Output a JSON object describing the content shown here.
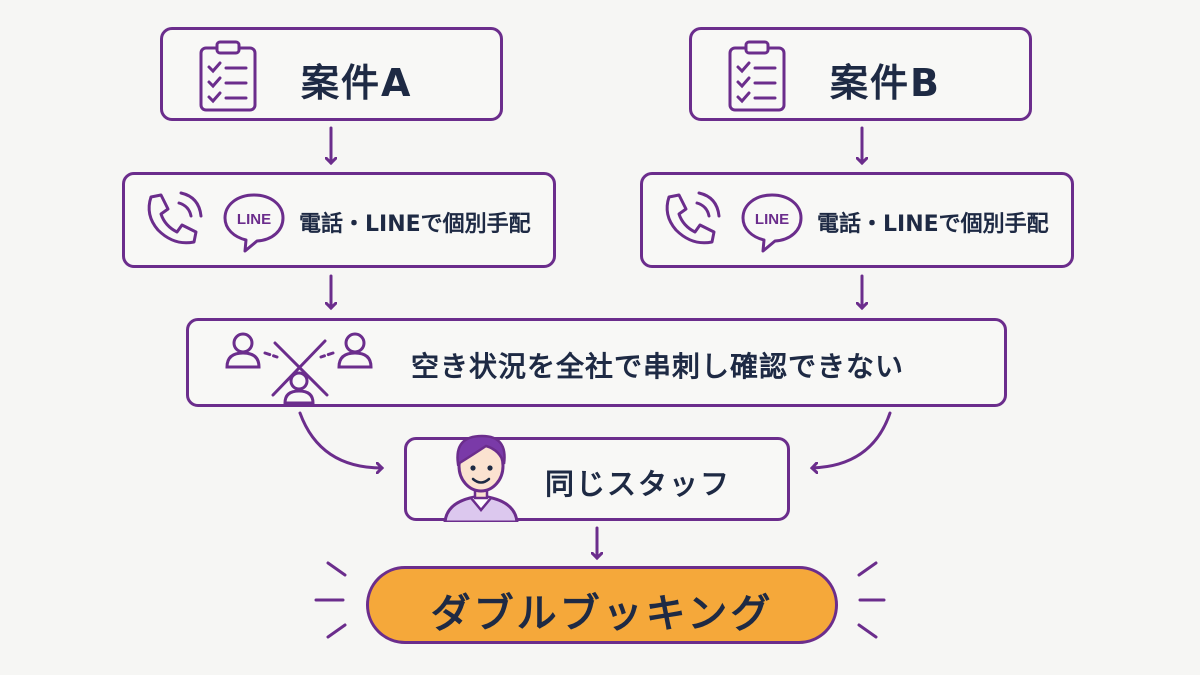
{
  "case_a": {
    "label": "案件A"
  },
  "case_b": {
    "label": "案件B"
  },
  "contact": {
    "label": "電話・LINEで個別手配",
    "line_badge": "LINE"
  },
  "schedule": {
    "label": "空き状況を全社で串刺し確認できない"
  },
  "staff": {
    "label": "同じスタッフ"
  },
  "result": {
    "label": "ダブルブッキング"
  },
  "colors": {
    "border": "#6b2d8c",
    "text": "#1e2a44",
    "result_fill": "#f5a83a",
    "background": "#f6f6f4"
  }
}
